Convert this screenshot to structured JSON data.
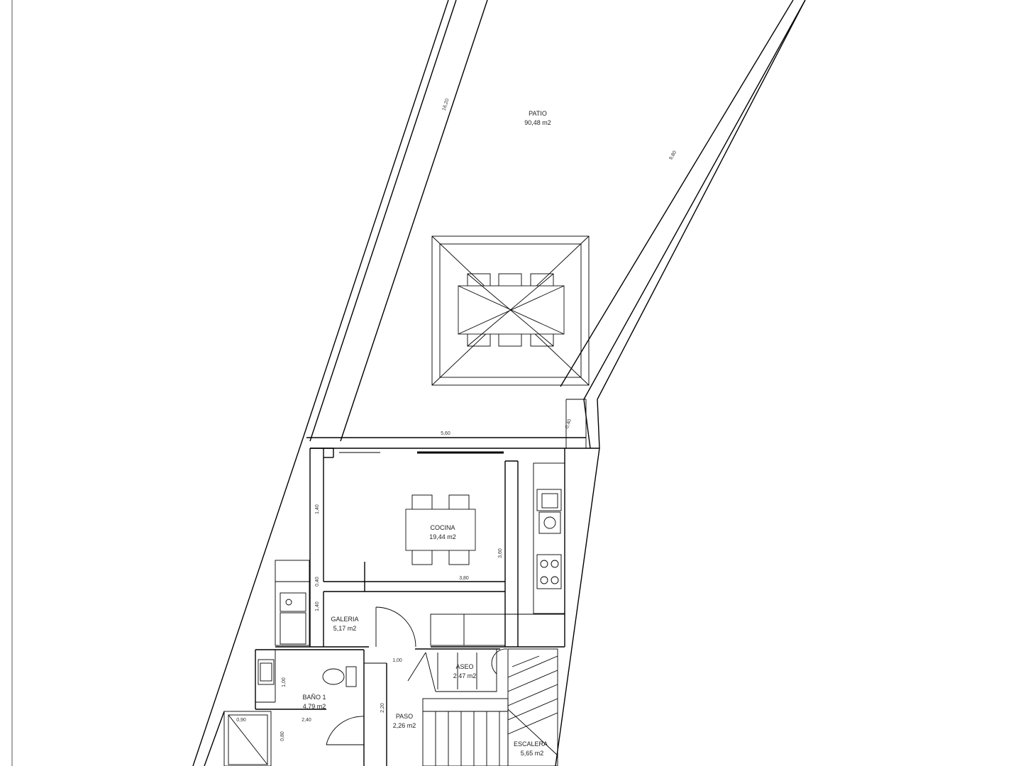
{
  "rooms": {
    "patio": {
      "name": "PATIO",
      "area": "90,48 m2"
    },
    "cocina": {
      "name": "COCINA",
      "area": "19,44 m2"
    },
    "galeria": {
      "name": "GALERIA",
      "area": "5,17 m2"
    },
    "aseo": {
      "name": "ASEO",
      "area": "2,47 m2"
    },
    "bano": {
      "name": "BAÑO 1",
      "area": "4,79 m2"
    },
    "paso": {
      "name": "PASO",
      "area": "2,26 m2"
    },
    "escalera": {
      "name": "ESCALERA",
      "area": "5,65 m2"
    }
  },
  "dimensions": {
    "patio_left": "16,20",
    "patio_right": "9,80",
    "patio_bottom_width": "5,60",
    "patio_small": "0,40",
    "cocina_left": "1,40",
    "cocina_right": "3,60",
    "cocina_width": "3,80",
    "galeria_depth": "1,40",
    "galeria_small": "0,40",
    "bano_depth": "1,00",
    "bano_width": "2,40",
    "paso_width": "1,00",
    "paso_depth": "2,20",
    "shower_width": "0,90",
    "shower_depth": "0,80"
  }
}
